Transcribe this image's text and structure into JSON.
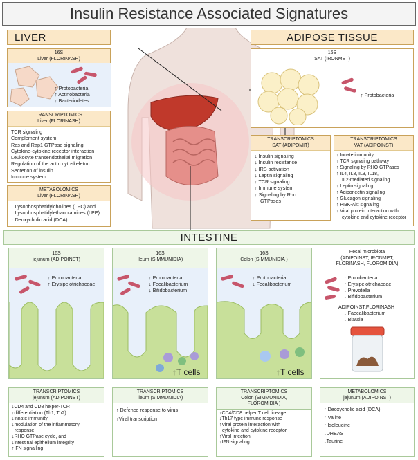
{
  "title": "Insulin Resistance Associated Signatures",
  "liver": {
    "header": "LIVER",
    "s16": {
      "title1": "16S",
      "title2": "Liver (FLORINASH)",
      "items": [
        "↑ Protobacteria",
        "↑ Actinobacteria",
        "↑ Bacteriodetes"
      ]
    },
    "trans": {
      "title1": "TRANSCRIPTOMICS",
      "title2": "Liver (FLORINASH)",
      "items": [
        "TCR signaling",
        "Complement system",
        "Ras and Rap1 GTPase signaling",
        "Cytokine-cytokine receptor interaction",
        "Leukocyte transendothelial migration",
        "Regulation of the actin cytoskeleton",
        "Secretion of insulin",
        "Immune system"
      ]
    },
    "metab": {
      "title1": "METABOLOMICS",
      "title2": "Liver (FLORINASH)",
      "items": [
        "↓ Lysophosphatidylcholines (LPC) and",
        "↓ Lysophosphatidylethanolamines (LPE)",
        "↑ Deoxycholic acid (DCA)"
      ]
    }
  },
  "adipose": {
    "header": "ADIPOSE TISSUE",
    "s16": {
      "title1": "16S",
      "title2": "SAT (IRONMET)",
      "items": [
        "↑ Protobacteria"
      ]
    },
    "sat": {
      "title1": "TRANSCRIPTOMICS",
      "title2": "SAT (ADIPOMIT)",
      "items": [
        "↓ Insulin signaling",
        "↓ Insulin resistance",
        "↓ IRS activation",
        "↓ Leptin signaling",
        "↑ TCR signaling",
        "↑ Immune system",
        "↑ Signaling by Rho",
        "GTPases"
      ]
    },
    "vat": {
      "title1": "TRANSCRIPTOMICS",
      "title2": "VAT (ADIPOINST)",
      "items": [
        "↑ Innate immunity",
        "↑ TCR signaling pathway",
        "↑ Signaling by RHO GTPases",
        "↑ IL4, IL8, IL3, IL18,",
        "IL2-mediated signaling",
        "↑ Leptin signaling",
        "↑ Adiponectin signaling",
        "↑ Glucagon signaling",
        "↑ PI3K-Akt signaling",
        "↑ Viral protein interaction with",
        "cytokine and cytokine receptor"
      ]
    }
  },
  "intestine": {
    "header": "INTESTINE",
    "jejunum": {
      "title1": "16S",
      "title2": "jejunum (ADIPOINST)",
      "items": [
        "↑ Protobacteria",
        "↑ Erysipelotrichaceae"
      ]
    },
    "ileum": {
      "title1": "16S",
      "title2": "ileum (SIMMUNIDIA)",
      "items": [
        "↑ Protobacteria",
        "↓ Fecalibacterium",
        "↓ Bifidobacterium"
      ],
      "tcells": "↑T cells"
    },
    "colon": {
      "title1": "16S",
      "title2": "Colon (SIMMUNIDIA )",
      "items": [
        "↑ Protobacteria",
        "↓ Fecalibacterium"
      ],
      "tcells": "↑T cells"
    },
    "fecal": {
      "title1": "Fecal microbiota",
      "title2": "(ADIPOINST, IRONMET,",
      "title3": "FLORINASH, FLOROMIDIA)",
      "items": [
        "↑ Protobacteria",
        "↑ Erysipelotrichaceae",
        "↓ Prevotella",
        "↓ Bifidobacterium"
      ],
      "sub_title1": "ADIPOINST,FLORINASH",
      "sub_items": [
        "↓ Faecalibacterium",
        "↓ Blautia"
      ]
    },
    "t_jejunum": {
      "title1": "TRANSCRIPTOMICS",
      "title2": "jejunum (ADIPOINST)",
      "items": [
        "↓CD4 and CD8 helper-TCR",
        "↑differentiation (Th1, Th2)",
        "↓innate immunity",
        "↓modulation of the inflammatory",
        "response",
        "↓RHO GTPase cycle, and",
        "↓intestinal epithelium  integrity",
        "↑IFN signalling"
      ]
    },
    "t_ileum": {
      "title1": "TRANSCRIPTOMICS",
      "title2": "ileum (SIMMUNIDIA)",
      "items": [
        "↑ Defence response to virus",
        "↑Viral transcription"
      ]
    },
    "t_colon": {
      "title1": "TRANSCRIPTOMICS",
      "title2": "Colon (SIMMUNIDIA,",
      "title3": "FLOROMIDIA )",
      "items": [
        "↑CD4/CD8 helper T cell lineage",
        "↓Th17 type immune response",
        "↑Viral protein interaction with",
        "cytokine and cytokine receptor",
        "↑Viral infection",
        "↑IFN signaling"
      ]
    },
    "m_jejunum": {
      "title1": "METABOLOMICS",
      "title2": "jejunum (ADIPOINST)",
      "items": [
        "↑ Deoxycholic acid (DCA)",
        "↑ Valine",
        "↑ Isoleucine",
        "↓DHEAS",
        "↓Taurine"
      ]
    }
  },
  "colors": {
    "header_fill": "#fbe8c8",
    "header_border": "#c9a25a",
    "panel_green": "#eef6e8",
    "villi": "#c8e09a",
    "bacteria": "#c7566b"
  },
  "icons": [
    "bacteria-icon",
    "dna-icon",
    "molecule-icon",
    "liver-icon",
    "intestine-icon",
    "adipocyte-icon",
    "t-cell-icon",
    "stool-jar-icon"
  ]
}
